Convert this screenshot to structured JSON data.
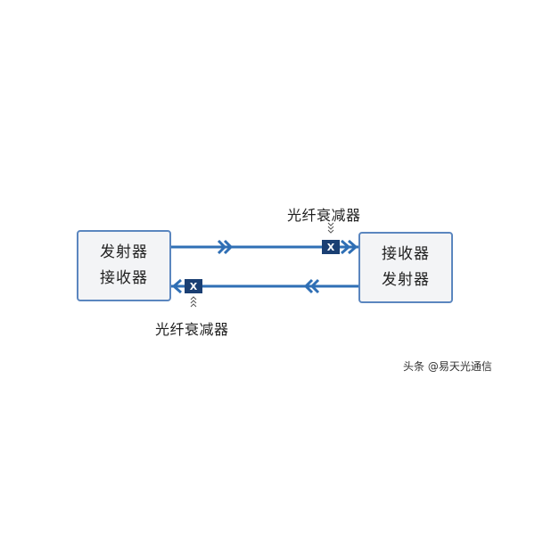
{
  "diagram": {
    "left_device": {
      "lines": [
        "发射器",
        "接收器"
      ]
    },
    "right_device": {
      "lines": [
        "接收器",
        "发射器"
      ]
    },
    "attenuator_top": {
      "label": "光纤衰减器",
      "marker": "X"
    },
    "attenuator_bottom": {
      "label": "光纤衰减器",
      "marker": "X"
    },
    "colors": {
      "fiber": "#2f6fb5",
      "attenuator_fill": "#1a3f73",
      "box_border": "#5b86bf",
      "box_fill": "#f3f4f6"
    }
  },
  "watermark": "头条 @易天光通信"
}
